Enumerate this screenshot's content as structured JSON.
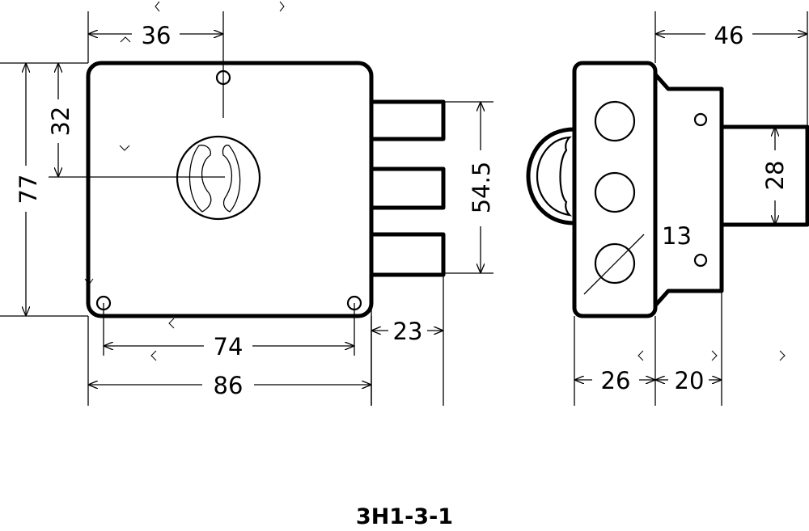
{
  "caption": "3H1-3-1",
  "front_view": {
    "dims": {
      "top_offset": "36",
      "height_partial": "32",
      "height_total": "77",
      "bolt_span": "54.5",
      "bolt_projection": "23",
      "hole_spacing": "74",
      "body_width": "86"
    }
  },
  "side_view": {
    "dims": {
      "overall_depth": "46",
      "bolt_height": "28",
      "hole_diameter": "13",
      "body_depth": "26",
      "plate_depth": "20"
    }
  }
}
